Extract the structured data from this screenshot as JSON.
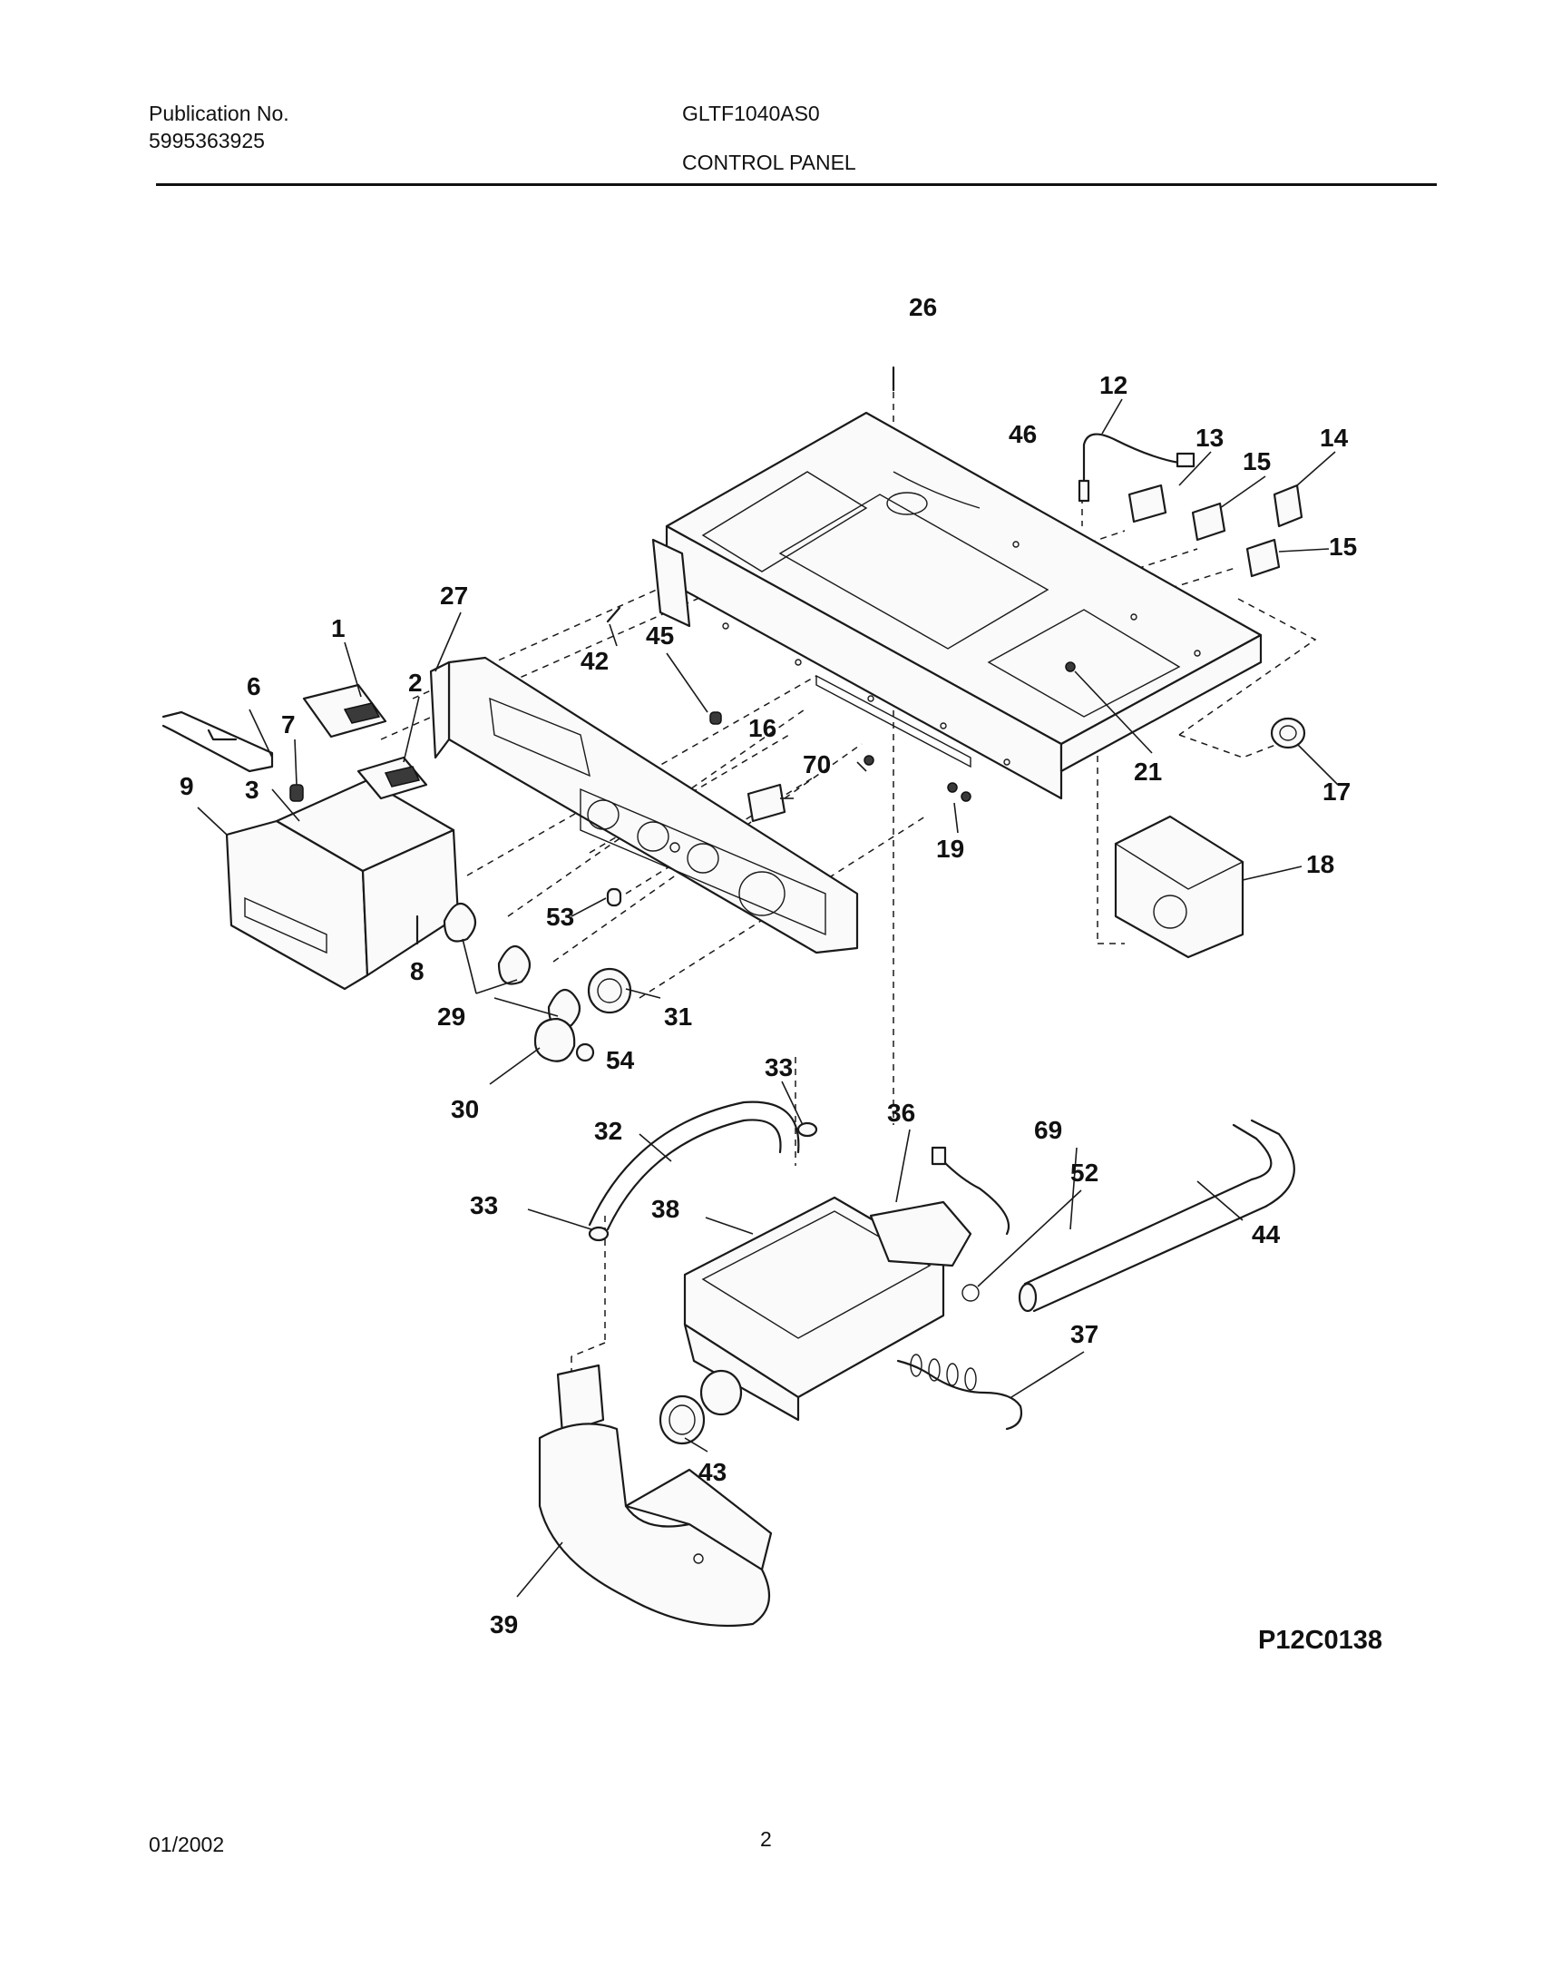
{
  "header": {
    "publication_label": "Publication No.",
    "publication_number": "5995363925",
    "model": "GLTF1040AS0",
    "section": "CONTROL PANEL"
  },
  "diagram": {
    "part_numbers": [
      "1",
      "2",
      "3",
      "6",
      "7",
      "8",
      "9",
      "12",
      "13",
      "14",
      "15",
      "15",
      "16",
      "17",
      "18",
      "19",
      "21",
      "26",
      "27",
      "29",
      "30",
      "31",
      "32",
      "33",
      "33",
      "36",
      "37",
      "38",
      "39",
      "42",
      "43",
      "44",
      "45",
      "46",
      "52",
      "53",
      "54",
      "69",
      "70"
    ],
    "reference_code": "P12C0138"
  },
  "footer": {
    "date": "01/2002",
    "page": "2"
  }
}
